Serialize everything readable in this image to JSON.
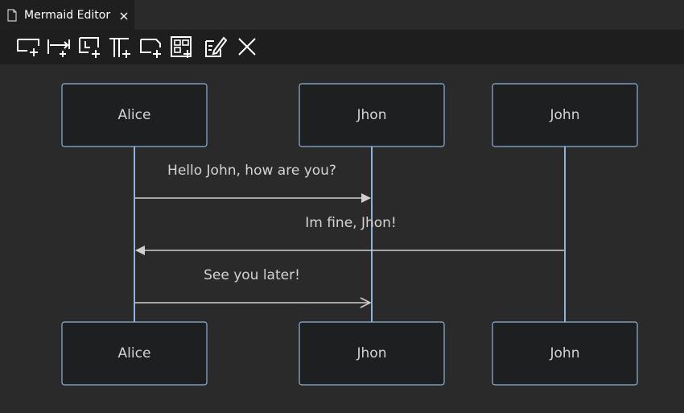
{
  "tab": {
    "title": "Mermaid Editor"
  },
  "toolbar": {
    "tools": [
      {
        "name": "add-participant-icon"
      },
      {
        "name": "add-message-icon"
      },
      {
        "name": "add-note-icon"
      },
      {
        "name": "add-lifeline-icon"
      },
      {
        "name": "add-box-icon"
      },
      {
        "name": "add-group-icon"
      },
      {
        "name": "edit-code-icon"
      },
      {
        "name": "close-icon"
      }
    ]
  },
  "diagram": {
    "participants": [
      "Alice",
      "Jhon",
      "John"
    ],
    "messages": [
      {
        "text": "Hello John, how are you?"
      },
      {
        "text": "Im fine, Jhon!"
      },
      {
        "text": "See you later!"
      }
    ]
  },
  "colors": {
    "box_fill": "#1e1f20",
    "box_stroke": "#8fb3d9",
    "lifeline": "#8fb3d9",
    "arrow": "#cfcfcf",
    "text": "#d4d4d4"
  }
}
